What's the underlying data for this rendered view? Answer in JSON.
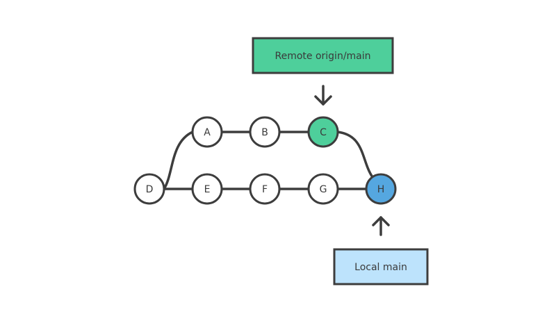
{
  "colors": {
    "stroke": "#3d3d3d",
    "background": "#ffffff",
    "node_fill": "#ffffff",
    "remote_fill": "#4ecf9b",
    "local_fill": "#55a7e0",
    "local_box_fill": "#bde3fc"
  },
  "remote_label": {
    "text": "Remote origin/main"
  },
  "local_label": {
    "text": "Local main"
  },
  "commits": [
    {
      "id": "A",
      "label": "A",
      "branch": "upper"
    },
    {
      "id": "B",
      "label": "B",
      "branch": "upper"
    },
    {
      "id": "C",
      "label": "C",
      "branch": "upper",
      "highlight": "remote"
    },
    {
      "id": "D",
      "label": "D",
      "branch": "lower"
    },
    {
      "id": "E",
      "label": "E",
      "branch": "lower"
    },
    {
      "id": "F",
      "label": "F",
      "branch": "lower"
    },
    {
      "id": "G",
      "label": "G",
      "branch": "lower"
    },
    {
      "id": "H",
      "label": "H",
      "branch": "lower",
      "highlight": "local"
    }
  ],
  "edges": [
    [
      "D",
      "A"
    ],
    [
      "A",
      "B"
    ],
    [
      "B",
      "C"
    ],
    [
      "C",
      "H"
    ],
    [
      "D",
      "E"
    ],
    [
      "E",
      "F"
    ],
    [
      "F",
      "G"
    ],
    [
      "G",
      "H"
    ]
  ],
  "pointers": [
    {
      "from": "remote_label",
      "to": "C",
      "direction": "down"
    },
    {
      "from": "local_label",
      "to": "H",
      "direction": "up"
    }
  ]
}
